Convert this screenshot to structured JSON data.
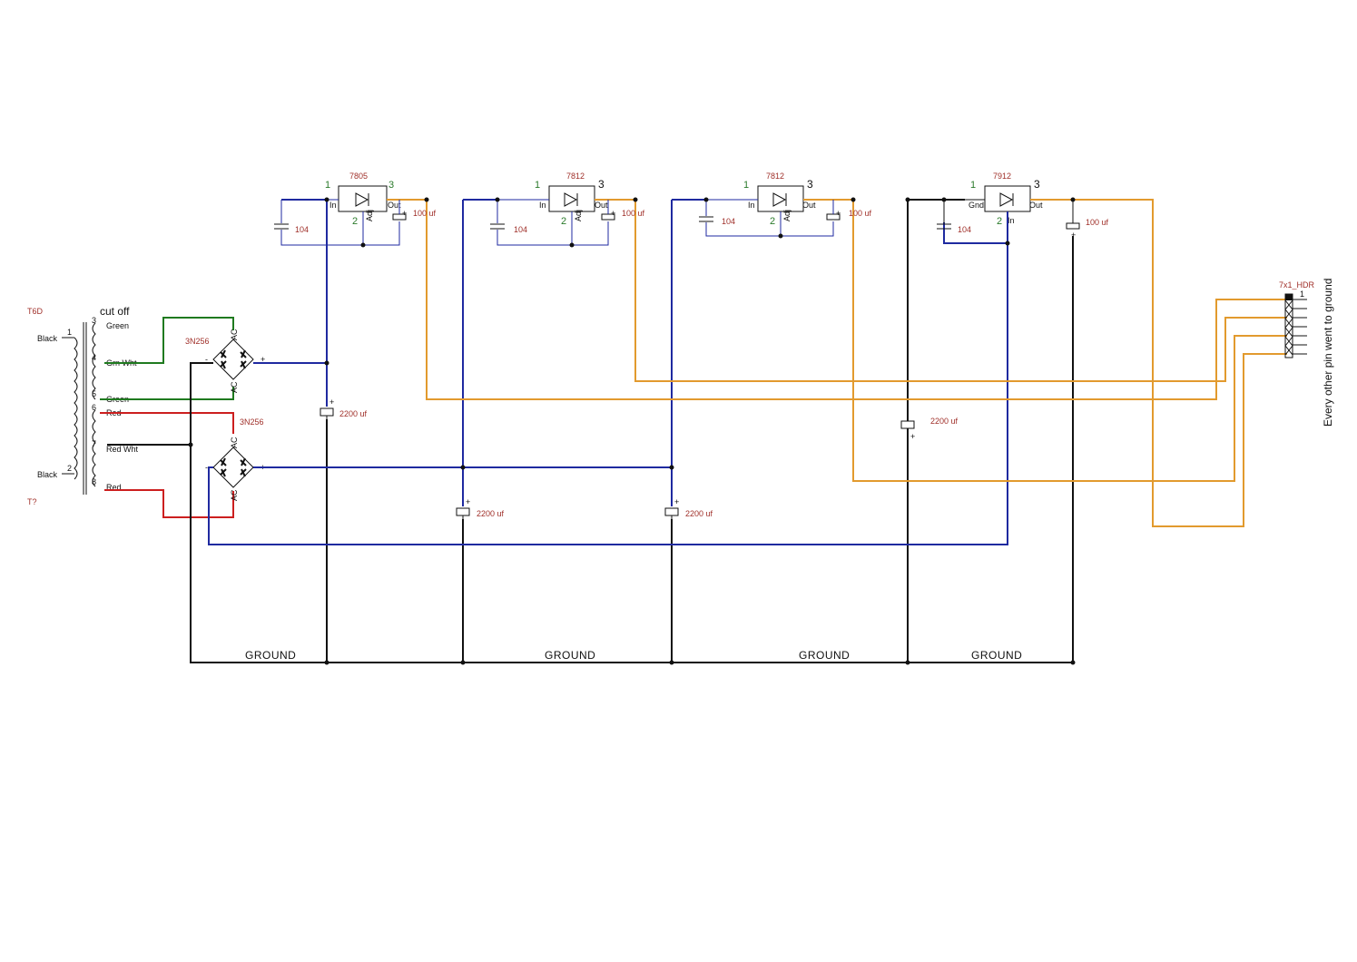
{
  "transformer": {
    "ref": "T6D",
    "ref2": "T?",
    "note": "cut off",
    "primary": [
      {
        "pin": "1",
        "label": "Black"
      },
      {
        "pin": "2",
        "label": "Black"
      }
    ],
    "secondary": [
      {
        "pin": "3",
        "label": "Green"
      },
      {
        "pin": "4",
        "label": "Grn Wht"
      },
      {
        "pin": "5",
        "label": "Green"
      },
      {
        "pin": "6",
        "label": "Red"
      },
      {
        "pin": "7",
        "label": "Red Wht"
      },
      {
        "pin": "8",
        "label": "Red"
      }
    ]
  },
  "bridges": [
    {
      "ref": "3N256",
      "ac": "AC",
      "minus": "-",
      "plus": "+"
    },
    {
      "ref": "3N256",
      "ac": "AC",
      "minus": "-",
      "plus": "+"
    }
  ],
  "regulators": [
    {
      "ref": "7805",
      "pin1": "1",
      "pin2": "2",
      "pin3": "3",
      "in": "In",
      "mid": "Adj",
      "out": "Out",
      "cap_in": "104",
      "cap_out": "100 uf"
    },
    {
      "ref": "7812",
      "pin1": "1",
      "pin2": "2",
      "pin3": "3",
      "in": "In",
      "mid": "Adj",
      "out": "Out",
      "cap_in": "104",
      "cap_out": "100 uf"
    },
    {
      "ref": "7812",
      "pin1": "1",
      "pin2": "2",
      "pin3": "3",
      "in": "In",
      "mid": "Adj",
      "out": "Out",
      "cap_in": "104",
      "cap_out": "100 uf"
    },
    {
      "ref": "7912",
      "pin1": "1",
      "pin2": "2",
      "pin3": "3",
      "in": "Gnd",
      "mid": "In",
      "out": "Out",
      "cap_in": "104",
      "cap_out": "100 uf"
    }
  ],
  "filter_caps": [
    "2200 uf",
    "2200 uf",
    "2200 uf",
    "2200 uf"
  ],
  "cap_polarity": "+",
  "ground_labels": [
    "GROUND",
    "GROUND",
    "GROUND",
    "GROUND"
  ],
  "header": {
    "ref": "7x1_HDR",
    "pin1": "1",
    "note": "Every other pin went to ground"
  },
  "colors": {
    "dc_bus": "#1f2aa0",
    "outputs": "#e29a2e",
    "ground": "#111111",
    "green_winding": "#1f7a1f",
    "red_winding": "#cc1f1f",
    "labels": "#a0302a"
  }
}
